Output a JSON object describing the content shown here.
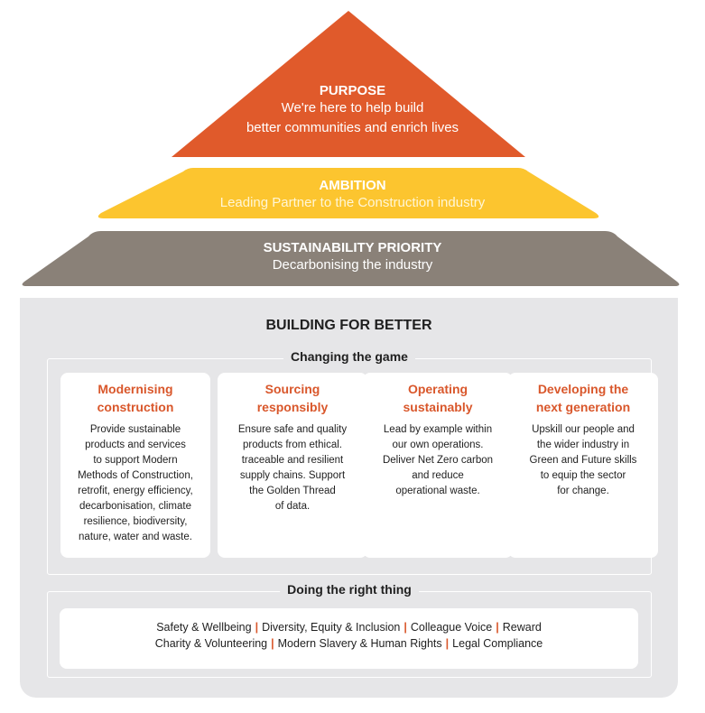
{
  "colors": {
    "purpose": "#e05a2b",
    "ambition": "#fcc52f",
    "sustainability": "#8a8178",
    "house": "#e6e6e8",
    "accent": "#d9572b"
  },
  "purpose": {
    "title": "PURPOSE",
    "line1": "We're here to help build",
    "line2": "better communities and enrich lives"
  },
  "ambition": {
    "title": "AMBITION",
    "subtitle": "Leading Partner to the Construction industry"
  },
  "sustainability": {
    "title": "SUSTAINABILITY PRIORITY",
    "subtitle": "Decarbonising the industry"
  },
  "building": {
    "title": "BUILDING FOR BETTER",
    "changing_label": "Changing the game",
    "pillars": [
      {
        "title_lines": [
          "Modernising",
          "construction"
        ],
        "body_lines": [
          "Provide sustainable",
          "products and services",
          "to support Modern",
          "Methods of Construction,",
          "retrofit, energy efficiency,",
          "decarbonisation, climate",
          "resilience, biodiversity,",
          "nature, water and waste."
        ]
      },
      {
        "title_lines": [
          "Sourcing",
          "responsibly"
        ],
        "body_lines": [
          "Ensure safe and quality",
          "products from ethical.",
          "traceable and resilient",
          "supply chains. Support",
          "the Golden Thread",
          "of data."
        ]
      },
      {
        "title_lines": [
          "Operating",
          "sustainably"
        ],
        "body_lines": [
          "Lead by example within",
          "our own operations.",
          "Deliver Net Zero carbon",
          "and reduce",
          "operational waste."
        ]
      },
      {
        "title_lines": [
          "Developing the",
          "next generation"
        ],
        "body_lines": [
          "Upskill our people and",
          "the wider industry in",
          "Green and Future skills",
          "to equip the sector",
          "for change."
        ]
      }
    ],
    "right_thing_label": "Doing the right thing",
    "right_thing_row1": [
      "Safety & Wellbeing",
      "Diversity, Equity & Inclusion",
      "Colleague Voice",
      "Reward"
    ],
    "right_thing_row2": [
      "Charity & Volunteering",
      "Modern Slavery & Human Rights",
      "Legal Compliance"
    ],
    "separator": "|"
  }
}
